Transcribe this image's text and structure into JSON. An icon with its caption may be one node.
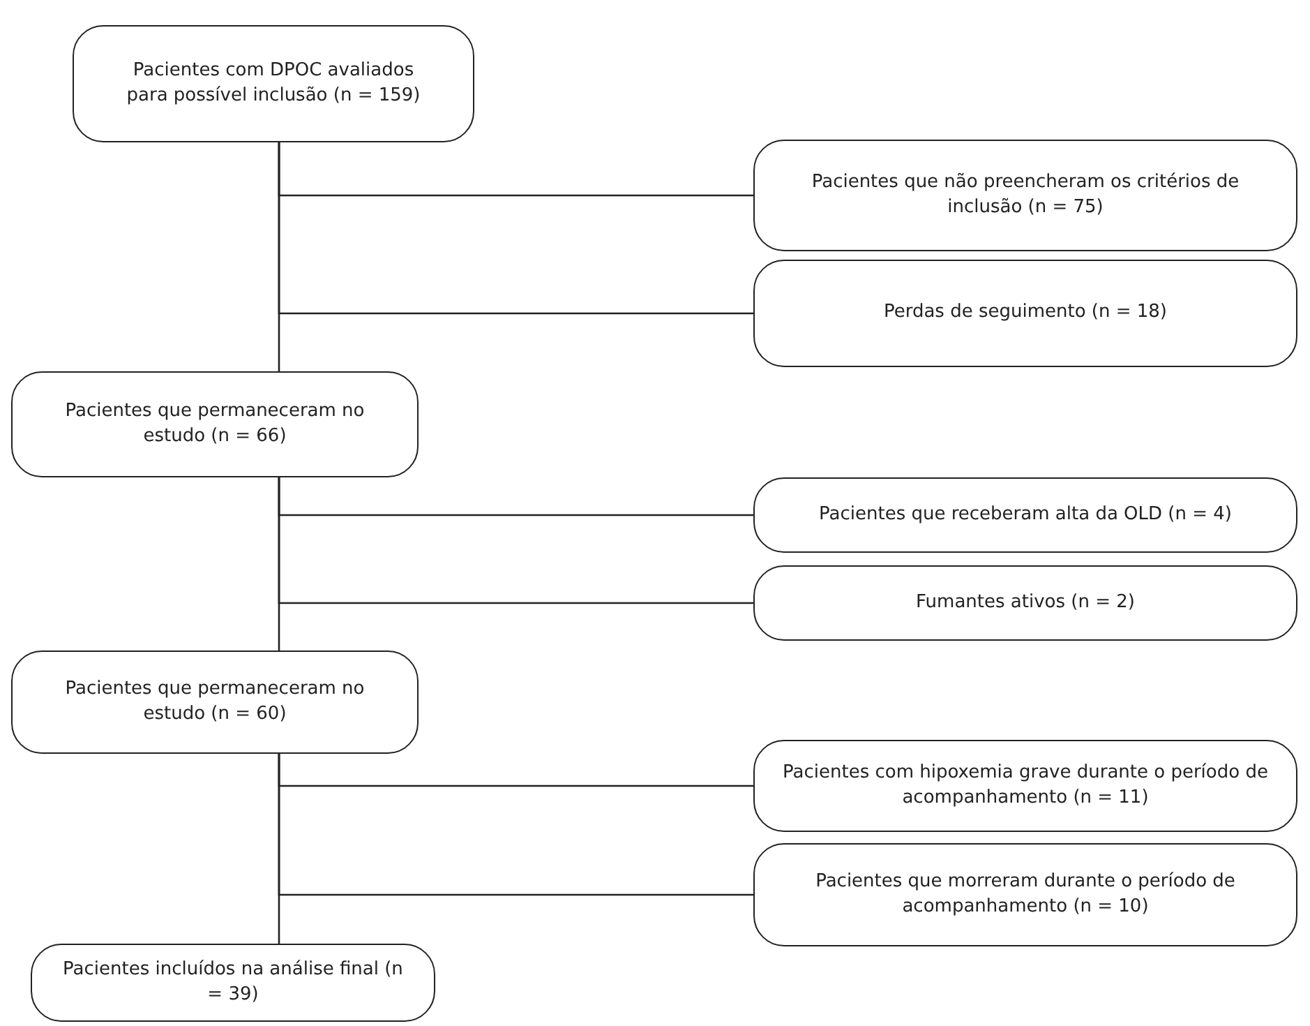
{
  "diagram": {
    "nodes": [
      {
        "text": [
          "Pacientes com DPOC avaliados para possível inclusão (n = 159)"
        ]
      },
      {
        "text": [
          "Pacientes que não preencheram os critérios de inclusão (n = 75)"
        ]
      },
      {
        "text": [
          "Perdas de seguimento (n = 18)"
        ]
      },
      {
        "text": [
          "Pacientes que permaneceram no estudo (n = 66)"
        ]
      },
      {
        "text": [
          "Pacientes que receberam alta da OLD (n = 4)"
        ]
      },
      {
        "text": [
          "Fumantes ativos (n = 2)"
        ]
      },
      {
        "text": [
          "Pacientes que permaneceram no estudo (n = 60)"
        ]
      },
      {
        "text": [
          "Pacientes com hipoxemia grave durante o período de acompanhamento (n = 11)"
        ]
      },
      {
        "text": [
          "Pacientes que morreram durante o período de acompanhamento (n = 10)"
        ]
      },
      {
        "text": [
          "Pacientes incluídos na análise final (n = 39)"
        ]
      }
    ],
    "edges": [
      {
        "from": 0,
        "to": 1,
        "arrow": "none"
      },
      {
        "from": 0,
        "to": 2,
        "arrow": "none"
      },
      {
        "from": 0,
        "to": 3,
        "arrow": "none"
      },
      {
        "from": 3,
        "to": 4,
        "arrow": "none"
      },
      {
        "from": 3,
        "to": 5,
        "arrow": "none"
      },
      {
        "from": 3,
        "to": 6,
        "arrow": "none"
      },
      {
        "from": 6,
        "to": 7,
        "arrow": "none"
      },
      {
        "from": 6,
        "to": 8,
        "arrow": "none"
      },
      {
        "from": 6,
        "to": 9,
        "arrow": "none"
      }
    ]
  }
}
